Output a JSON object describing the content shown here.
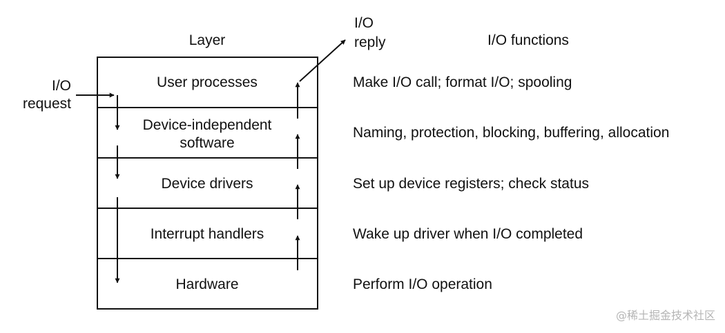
{
  "headers": {
    "layer": "Layer",
    "io_reply": [
      "I/O",
      "reply"
    ],
    "io_functions": "I/O functions"
  },
  "io_request": [
    "I/O",
    "request"
  ],
  "layers": [
    {
      "name": [
        "User processes"
      ],
      "function": "Make I/O call; format I/O; spooling"
    },
    {
      "name": [
        "Device-independent",
        "software"
      ],
      "function": "Naming, protection, blocking, buffering, allocation"
    },
    {
      "name": [
        "Device drivers"
      ],
      "function": "Set up device registers; check status"
    },
    {
      "name": [
        "Interrupt handlers"
      ],
      "function": "Wake up driver when I/O completed"
    },
    {
      "name": [
        "Hardware"
      ],
      "function": "Perform I/O operation"
    }
  ],
  "watermark": "@稀土掘金技术社区"
}
